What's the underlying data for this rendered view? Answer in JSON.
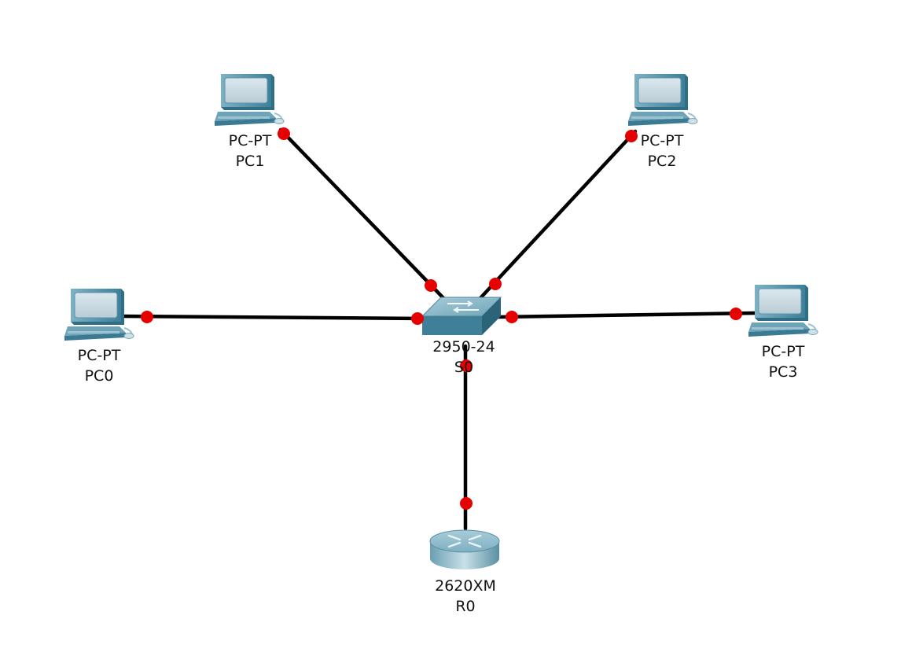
{
  "topology": {
    "devices": [
      {
        "id": "PC0",
        "model": "PC-PT",
        "name": "PC0",
        "kind": "pc",
        "icon": "pc-icon"
      },
      {
        "id": "PC1",
        "model": "PC-PT",
        "name": "PC1",
        "kind": "pc",
        "icon": "pc-icon"
      },
      {
        "id": "PC2",
        "model": "PC-PT",
        "name": "PC2",
        "kind": "pc",
        "icon": "pc-icon"
      },
      {
        "id": "PC3",
        "model": "PC-PT",
        "name": "PC3",
        "kind": "pc",
        "icon": "pc-icon"
      },
      {
        "id": "S0",
        "model": "2950-24",
        "name": "S0",
        "kind": "switch",
        "icon": "switch-icon"
      },
      {
        "id": "R0",
        "model": "2620XM",
        "name": "R0",
        "kind": "router",
        "icon": "router-icon"
      }
    ],
    "links": [
      {
        "from": "PC0",
        "to": "S0"
      },
      {
        "from": "PC1",
        "to": "S0"
      },
      {
        "from": "PC2",
        "to": "S0"
      },
      {
        "from": "PC3",
        "to": "S0"
      },
      {
        "from": "R0",
        "to": "S0"
      }
    ],
    "colors": {
      "cable": "#000000",
      "link_status_up": "#e60000",
      "label_text": "#111111"
    }
  }
}
